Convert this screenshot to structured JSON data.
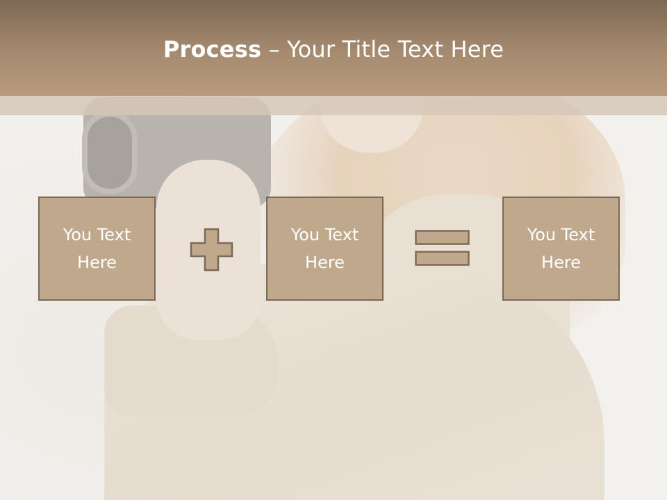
{
  "slide": {
    "title_bold": "Process",
    "title_rest": " – Your Title Text Here"
  },
  "process": {
    "boxes": [
      {
        "text": "You Text Here"
      },
      {
        "text": "You Text Here"
      },
      {
        "text": "You Text Here"
      }
    ],
    "operator_1_icon": "plus-icon",
    "operator_2_icon": "equals-icon"
  },
  "colors": {
    "header": "#a68b70",
    "box_fill": "#c0a88d",
    "box_border": "#7d6a56",
    "text": "#ffffff"
  }
}
